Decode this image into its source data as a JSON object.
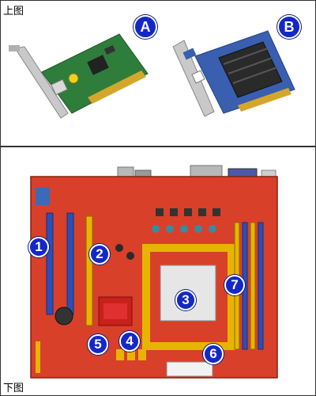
{
  "captions": {
    "top": "上图",
    "bottom": "下图"
  },
  "labels": {
    "A": "A",
    "B": "B",
    "n1": "1",
    "n2": "2",
    "n3": "3",
    "n4": "4",
    "n5": "5",
    "n6": "6",
    "n7": "7"
  },
  "colors": {
    "badge": "#1428c8",
    "board": "#d8402a",
    "pcb_green": "#2f7d3a",
    "gpu_blue": "#3a5fb0",
    "slot_blue": "#2c4fb6",
    "slot_yellow": "#e8b400"
  }
}
